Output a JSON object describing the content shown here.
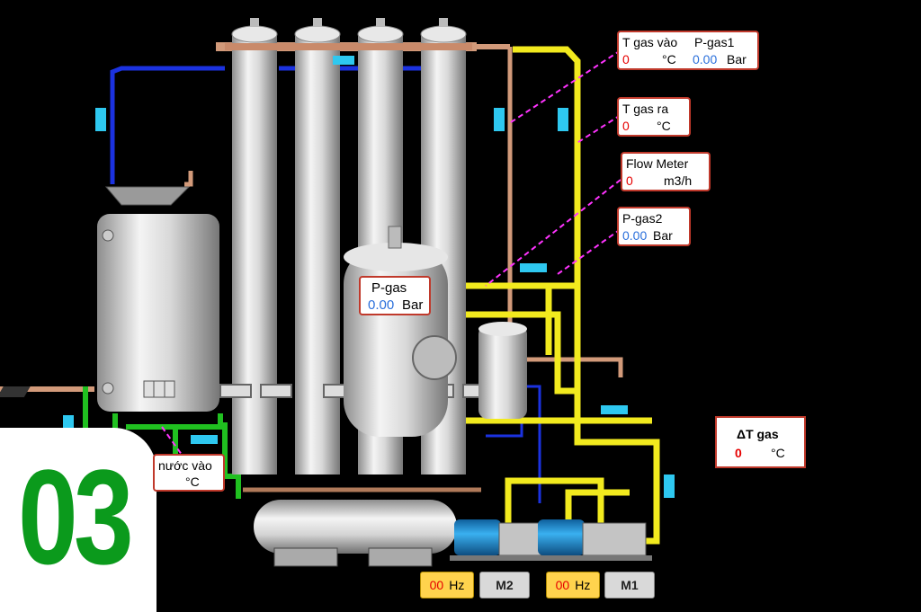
{
  "labels": {
    "t_gas_in": {
      "title": "T gas vào",
      "value": "0",
      "unit": "°C"
    },
    "p_gas1": {
      "title": "P-gas1",
      "value": "0.00",
      "unit": "Bar"
    },
    "t_gas_out": {
      "title": "T gas ra",
      "value": "0",
      "unit": "°C"
    },
    "flow_meter": {
      "title": "Flow Meter",
      "value": "0",
      "unit": "m3/h"
    },
    "p_gas2": {
      "title": "P-gas2",
      "value": "0.00",
      "unit": "Bar"
    },
    "p_gas": {
      "title": "P-gas",
      "value": "0.00",
      "unit": "Bar"
    },
    "delta_t_gas": {
      "title": "ΔT gas",
      "value": "0",
      "unit": "°C"
    },
    "water_in": {
      "title": "nước vào",
      "unit": "°C"
    }
  },
  "motors": {
    "m2": {
      "freq": "00",
      "freq_unit": "Hz",
      "label": "M2"
    },
    "m1": {
      "freq": "00",
      "freq_unit": "Hz",
      "label": "M1"
    }
  },
  "badge": {
    "number": "03"
  },
  "colors": {
    "gas_pipe": "#f2ea1e",
    "water_pipe": "#1b32e0",
    "green_pipe": "#20c020",
    "copper_pipe": "#d29a7a",
    "badge_green": "#0b9a1c",
    "callout_line": "#ff33ff",
    "motor_blue": "#1e8fd6"
  }
}
